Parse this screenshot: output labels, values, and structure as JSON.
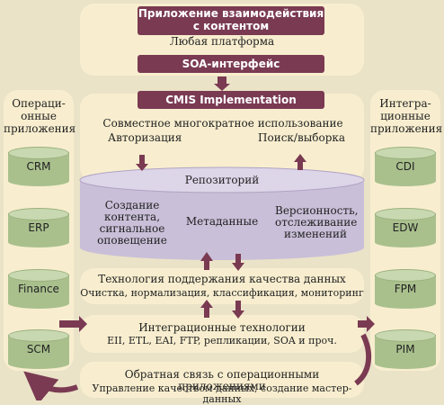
{
  "top": {
    "title": "Приложение взаимодействия с контентом",
    "subtitle": "Любая платформа",
    "soa": "SOA-интерфейс"
  },
  "cmis": {
    "label": "CMIS Implementation",
    "shared_use": "Совместное многократное использование",
    "authorization": "Авторизация",
    "search": "Поиск/выборка"
  },
  "left": {
    "title": "Операционные приложения",
    "items": [
      "CRM",
      "ERP",
      "Finance",
      "SCM"
    ]
  },
  "right": {
    "title": "Интеграционные приложения",
    "items": [
      "CDI",
      "EDW",
      "FPM",
      "PIM"
    ]
  },
  "repository": {
    "title": "Репозиторий",
    "create": "Создание контента, сигнальное оповещение",
    "metadata": "Метаданные",
    "versioning": "Версионность, отслеживание изменений"
  },
  "quality": {
    "title": "Технология поддержания качества данных",
    "subtitle": "Очистка, нормализация, классификация, мониторинг"
  },
  "integration": {
    "title": "Интеграционные технологии",
    "subtitle": "EII, ETL, EAI, FTP, репликации, SOA и проч."
  },
  "feedback": {
    "title": "Обратная связь с операционными приложениями",
    "subtitle": "Управление качеством данных, создание мастер-данных"
  },
  "colors": {
    "background": "#ebe3c8",
    "panel": "#f8eecf",
    "accent": "#7a3a52",
    "cylinder": "#a9c08d",
    "repository": "#c9bfd8"
  }
}
